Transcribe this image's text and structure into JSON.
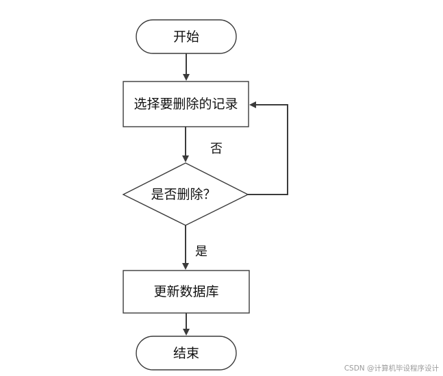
{
  "diagram": {
    "nodes": {
      "start": {
        "label": "开始",
        "shape": "terminator"
      },
      "select_record": {
        "label": "选择要删除的记录",
        "shape": "process"
      },
      "confirm_delete": {
        "label": "是否删除？",
        "shape": "decision"
      },
      "update_db": {
        "label": "更新数据库",
        "shape": "process"
      },
      "end": {
        "label": "结束",
        "shape": "terminator"
      }
    },
    "edges": {
      "no_label": "否",
      "yes_label": "是"
    }
  },
  "watermark": {
    "text": "CSDN @计算机毕设程序设计"
  },
  "colors": {
    "stroke": "#3a3a3a",
    "fill": "#ffffff",
    "text": "#111111",
    "watermark": "#9a9a9a"
  }
}
